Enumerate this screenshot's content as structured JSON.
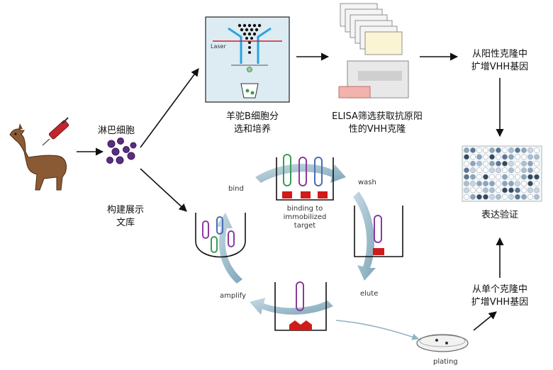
{
  "labels": {
    "lymphocytes": "淋巴细胞",
    "b_cell_line1": "羊驼B细胞分",
    "b_cell_line2": "选和培养",
    "elisa_line1": "ELISA筛选获取抗原阳",
    "elisa_line2": "性的VHH克隆",
    "amplify_positive_line1": "从阳性克隆中",
    "amplify_positive_line2": "扩增VHH基因",
    "library_line1": "构建展示",
    "library_line2": "文库",
    "expression": "表达验证",
    "amplify_single_line1": "从单个克隆中",
    "amplify_single_line2": "扩增VHH基因",
    "laser": "Laser"
  },
  "panning": {
    "bind": "bind",
    "wash": "wash",
    "elute": "elute",
    "amplify": "amplify",
    "plating": "plating",
    "binding_line1": "binding to",
    "binding_line2": "immobilized",
    "binding_line3": "target"
  },
  "colors": {
    "arrow": "#111111",
    "cycle_arrow": "#8fb3c4",
    "phage_purple": "#8b3a9c",
    "phage_green": "#3c9a5a",
    "phage_blue": "#4a6db5",
    "target_red": "#d11a1a",
    "cell_purple": "#5b2d82"
  }
}
